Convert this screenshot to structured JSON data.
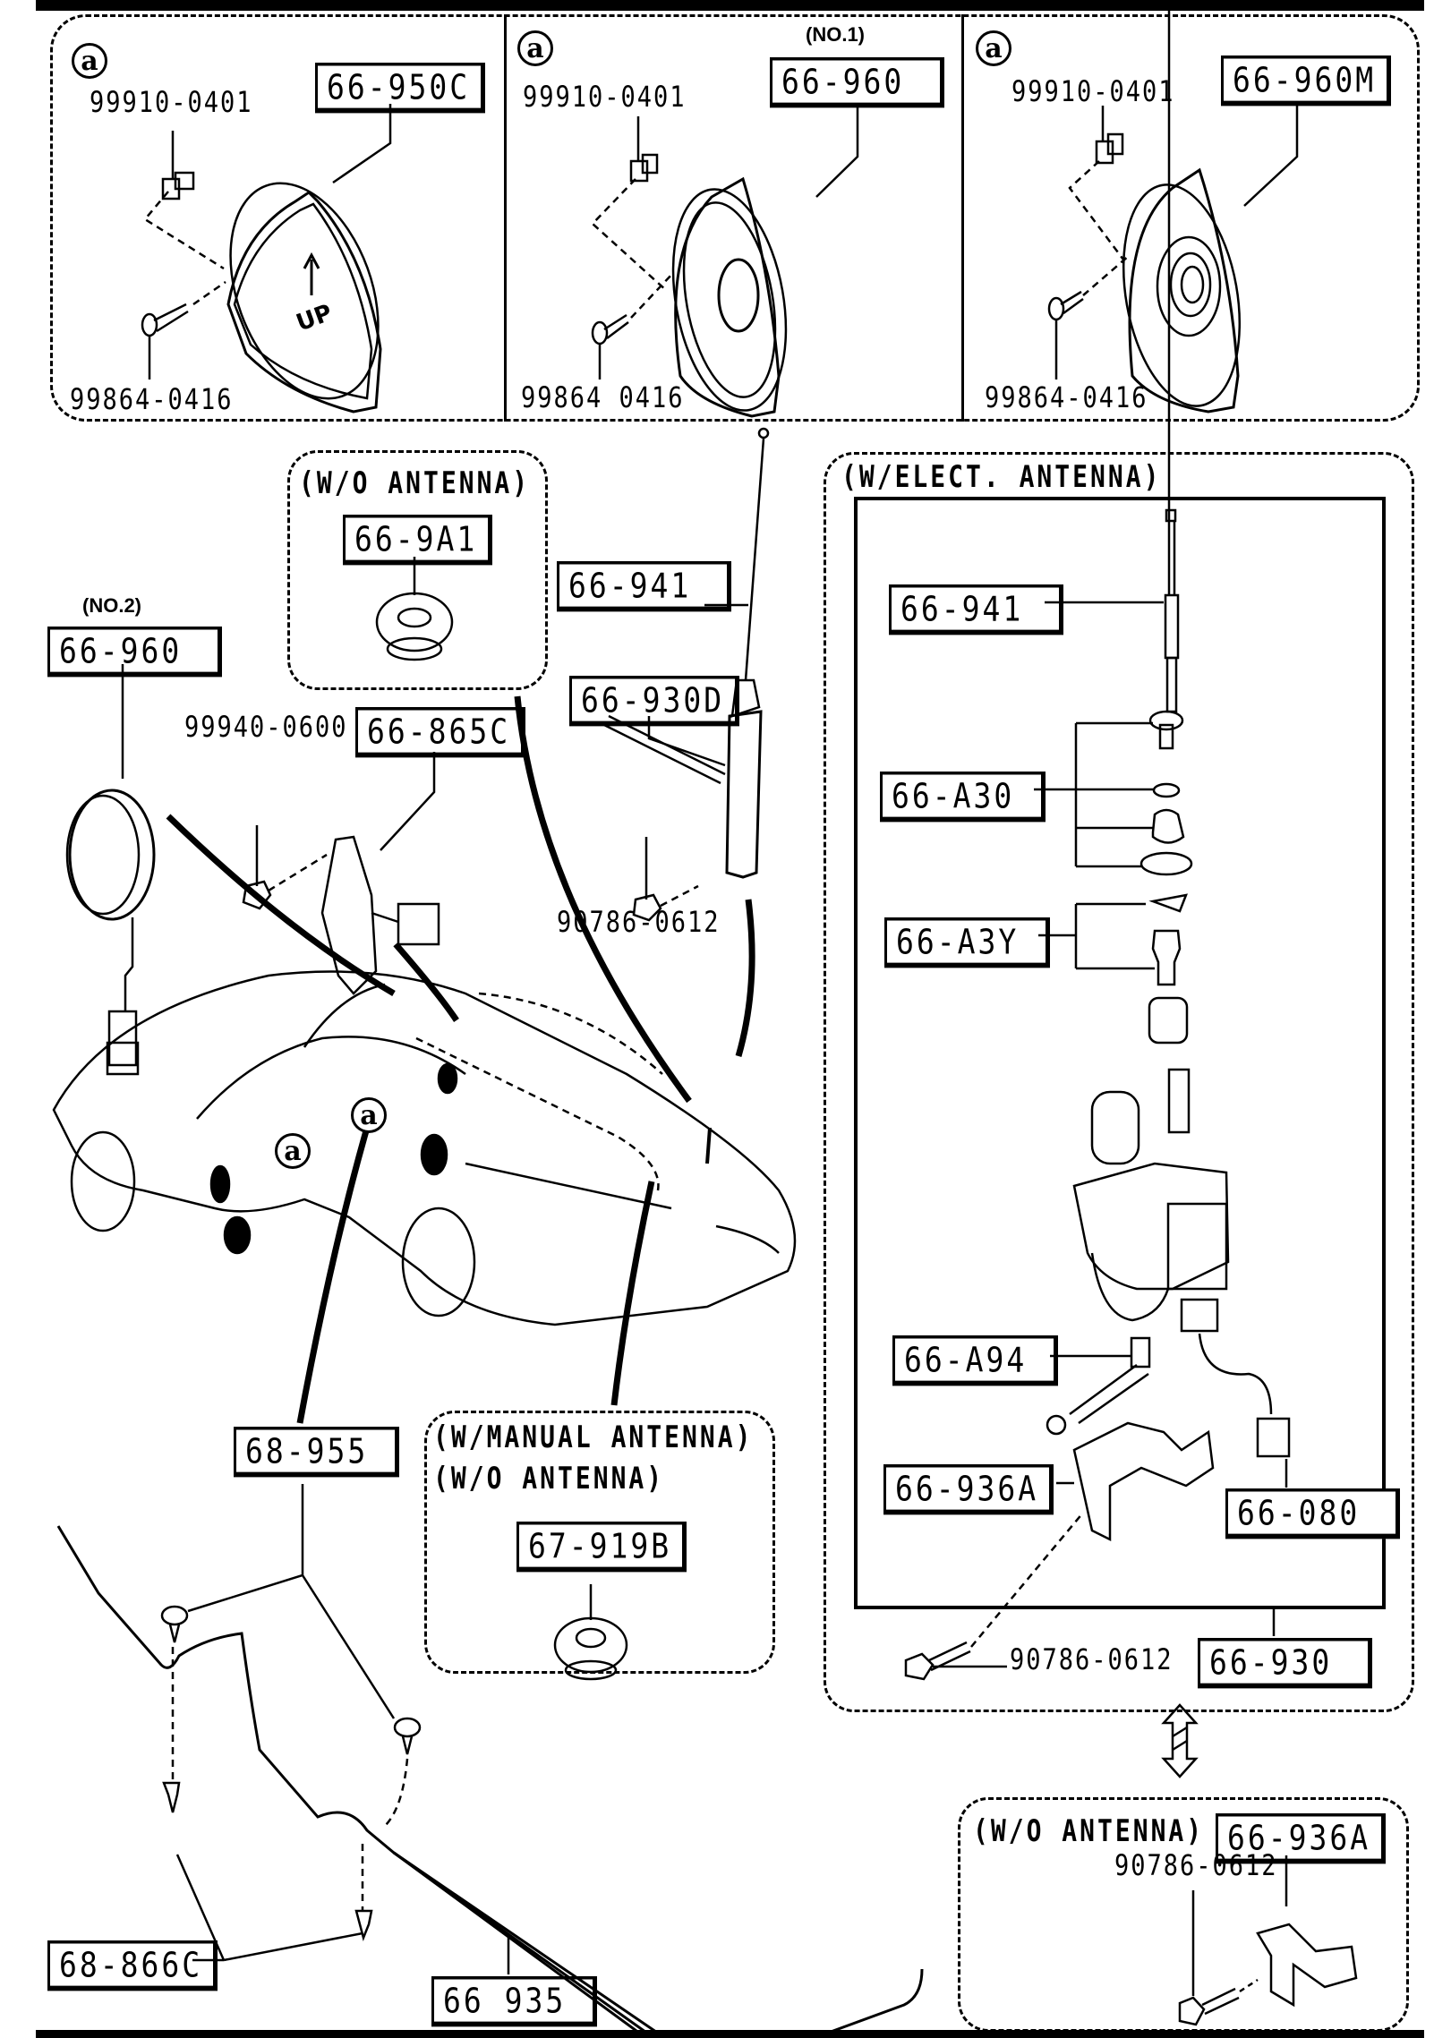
{
  "diagram": {
    "callout_letter": "a",
    "top_panels": [
      {
        "part_number": "66-950C",
        "note": "",
        "clip_ref": "99910-0401",
        "screw_ref": "99864-0416",
        "speaker_marking": "UP"
      },
      {
        "part_number": "66-960",
        "note": "(NO.1)",
        "clip_ref": "99910-0401",
        "screw_ref": "99864 0416"
      },
      {
        "part_number": "66-960M",
        "note": "",
        "clip_ref": "99910-0401",
        "screw_ref": "99864-0416"
      }
    ],
    "left_speaker": {
      "note": "(NO.2)",
      "part_number": "66-960"
    },
    "wo_antenna_top": {
      "condition": "(W/O ANTENNA)",
      "part_number": "66-9A1"
    },
    "bracket": {
      "nut_ref": "99940-0600",
      "part_number": "66-865C"
    },
    "manual_antenna": {
      "mast_part": "66-941",
      "body_part": "66-930D",
      "bolt_ref": "90786-0612"
    },
    "elect_antenna": {
      "condition": "(W/ELECT. ANTENNA)",
      "parts": {
        "mast": "66-941",
        "nut_set": "66-A30",
        "bushing_set": "66-A3Y",
        "drain": "66-A94",
        "bracket": "66-936A",
        "harness": "66-080",
        "assembly": "66-930"
      },
      "bolt_ref": "90786-0612"
    },
    "manual_box": {
      "condition_1": "(W/MANUAL ANTENNA)",
      "condition_2": "(W/O ANTENNA)",
      "part_number": "67-919B"
    },
    "harness": {
      "part_number": "68-955",
      "clip_part": "68-866C",
      "feeder_part": "66 935"
    },
    "wo_antenna_bottom": {
      "condition": "(W/O ANTENNA)",
      "part_number": "66-936A",
      "bolt_ref": "90786-0612"
    },
    "swap_indicator": "alternative"
  }
}
